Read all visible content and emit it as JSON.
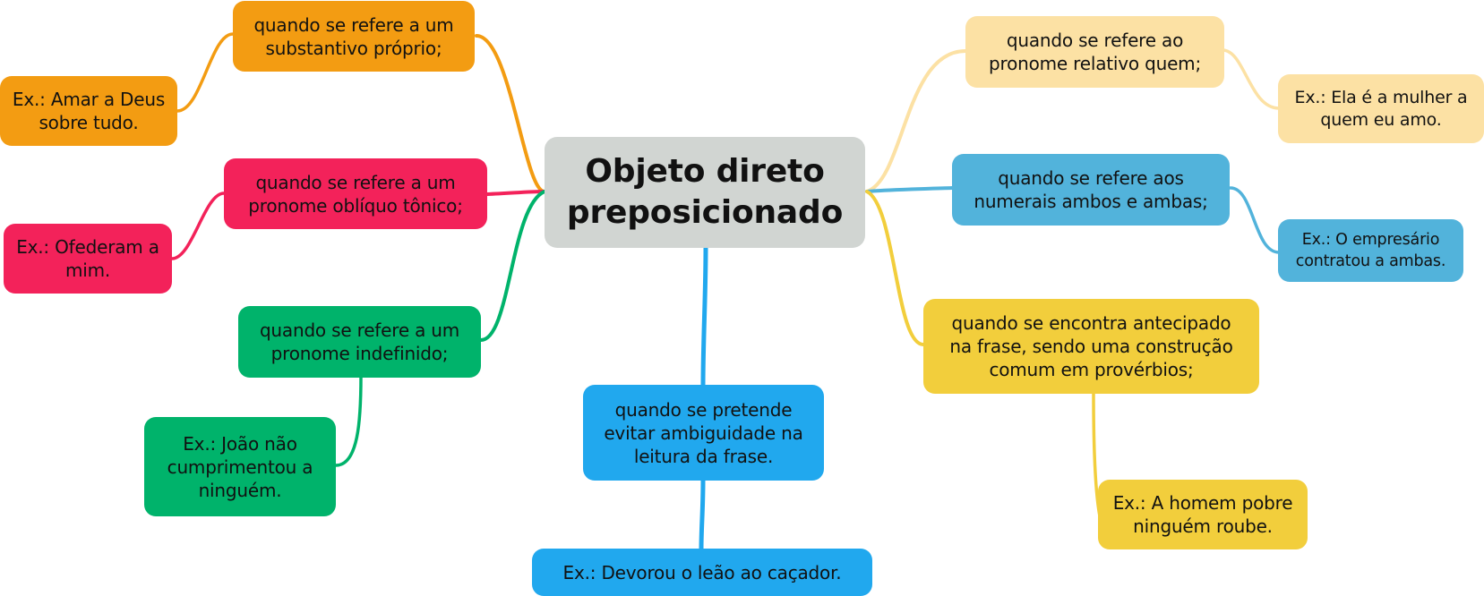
{
  "central": {
    "title_line1": "Objeto direto",
    "title_line2": "preposicionado",
    "color": "#d1d5d2"
  },
  "colors": {
    "orange": "#f39c12",
    "red": "#f3225a",
    "green": "#00b36b",
    "blue": "#21a8ee",
    "light_yellow": "#fce1a4",
    "sky": "#52b3db",
    "yellow": "#f2ce3c"
  },
  "branches": [
    {
      "id": "substantivo",
      "color": "#f39c12",
      "line1": "quando se refere a um",
      "line2": "substantivo próprio;",
      "example": {
        "line1": "Ex.: Amar a Deus",
        "line2": "sobre tudo."
      }
    },
    {
      "id": "obliquo",
      "color": "#f3225a",
      "line1": "quando se refere a um",
      "line2": "pronome oblíquo tônico;",
      "example": {
        "line1": "Ex.: Ofederam a",
        "line2": "mim."
      }
    },
    {
      "id": "indefinido",
      "color": "#00b36b",
      "line1": "quando se refere a um",
      "line2": "pronome indefinido;",
      "example": {
        "line1": "Ex.: João não",
        "line2": "cumprimentou a",
        "line3": "ninguém."
      }
    },
    {
      "id": "ambiguidade",
      "color": "#21a8ee",
      "line1": "quando se pretende",
      "line2": "evitar ambiguidade na",
      "line3": "leitura da frase.",
      "example": {
        "line1": "Ex.: Devorou o leão ao caçador."
      }
    },
    {
      "id": "relativo",
      "color": "#fce1a4",
      "line1": "quando se refere ao",
      "line2": "pronome relativo quem;",
      "example": {
        "line1": "Ex.: Ela é a mulher a",
        "line2": "quem eu amo."
      }
    },
    {
      "id": "numerais",
      "color": "#52b3db",
      "line1": "quando se refere aos",
      "line2": "numerais ambos e ambas;",
      "example": {
        "line1": "Ex.: O empresário",
        "line2": "contratou a ambas."
      }
    },
    {
      "id": "antecipado",
      "color": "#f2ce3c",
      "line1": "quando se encontra antecipado",
      "line2": "na frase, sendo uma construção",
      "line3": "comum em provérbios;",
      "example": {
        "line1": "Ex.: A homem pobre",
        "line2": "ninguém roube."
      }
    }
  ]
}
